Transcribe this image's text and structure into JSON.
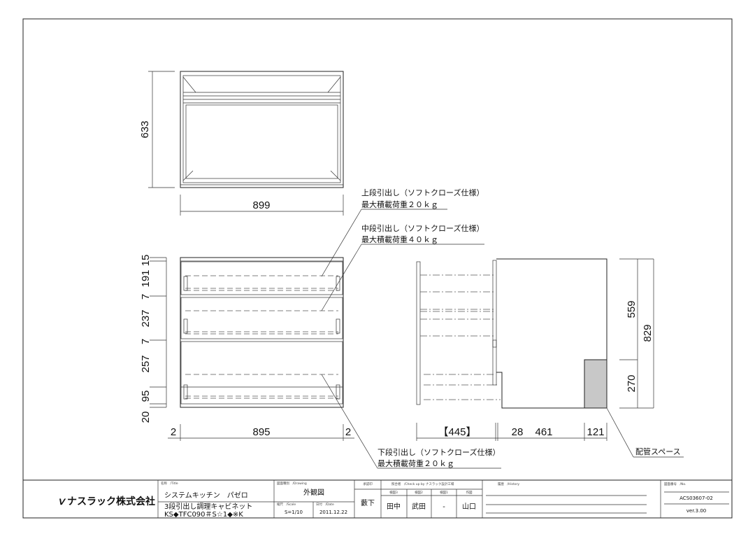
{
  "drawing": {
    "top_view": {
      "depth_dim": "633",
      "width_dim": "899"
    },
    "front_view": {
      "vertical_dims": [
        "15",
        "191",
        "7",
        "237",
        "7",
        "257",
        "95",
        "20"
      ],
      "horizontal_dims": [
        "2",
        "895",
        "2"
      ]
    },
    "side_view": {
      "horizontal_dims": [
        "【445】",
        "28",
        "461",
        "121"
      ],
      "vertical_dims": [
        "559",
        "829",
        "270"
      ],
      "pipe_space_label": "配管スペース"
    },
    "notes": [
      {
        "line1": "上段引出し（ソフトクローズ仕様）",
        "line2": "最大積載荷重２０ｋｇ"
      },
      {
        "line1": "中段引出し（ソフトクローズ仕様）",
        "line2": "最大積載荷重４０ｋｇ"
      },
      {
        "line1": "下段引出し（ソフトクローズ仕様）",
        "line2": "最大積載荷重２０ｋｇ"
      }
    ]
  },
  "title_block": {
    "company": "ナスラック株式会社",
    "title_label": "名称　/Title",
    "title_line1": "システムキッチン　パゼロ",
    "title_line2": "3段引出し調理キャビネット",
    "title_line3": "KS◆TFC090＃S☆1◆※K",
    "drawing_type_label": "図面種別　/Drawing",
    "drawing_type": "外観図",
    "scale_label": "縮尺　/Scale",
    "scale": "S=1/10",
    "date_label": "日付　/Date",
    "date": "2011.12.22",
    "approval_label": "承認印",
    "approval": "藪下",
    "check_label": "照合者　/Check up by ナスラック設計工場",
    "checkers": [
      {
        "role": "検図3",
        "name": "田中"
      },
      {
        "role": "検図2",
        "name": "武田"
      },
      {
        "role": "検図1",
        "name": "-"
      },
      {
        "role": "作図",
        "name": "山口"
      }
    ],
    "history_label": "履歴　/History",
    "number_label": "図面番号　/No.",
    "number": "ACS03607-02",
    "version": "ver.3.00"
  }
}
